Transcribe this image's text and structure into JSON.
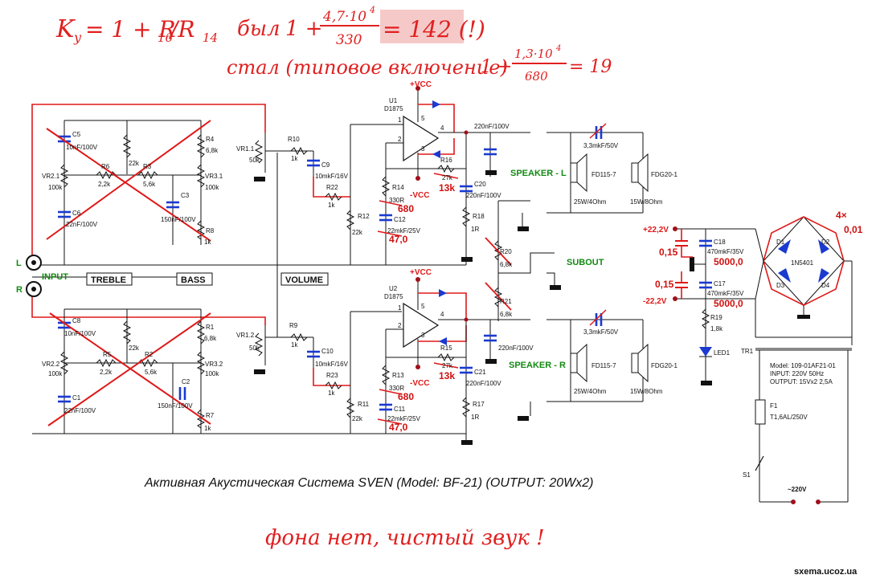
{
  "annotations": {
    "gain_line1_formula": "K",
    "gain_line1_sub": "y",
    "gain_line1_rest": "= 1 + R",
    "gain_line1_r16": "16",
    "gain_line1_slash": "/R",
    "gain_line1_r14": "14",
    "gain_line1_was": "был",
    "gain_line1_one": "1 +",
    "gain_line1_num": "4,7·10",
    "gain_line1_exp": "4",
    "gain_line1_den": "330",
    "gain_line1_result": "= 142 (!)",
    "gain_line2_text": "стал (типовое включение)",
    "gain_line2_one": "1 +",
    "gain_line2_num": "1,3·10",
    "gain_line2_exp": "4",
    "gain_line2_den": "680",
    "gain_line2_result": "= 19",
    "bottom_note": "фона нет, чистый звук !",
    "bridge_caps": "4×",
    "bridge_caps_val": "0,01",
    "c_015_top": "0,15",
    "c_015_bot": "0,15",
    "c5000_top": "5000,0",
    "c5000_bot": "5000,0",
    "r680_top": "680",
    "r680_bot": "680",
    "c47_top": "47,0",
    "c47_bot": "47,0",
    "r13k_top": "13k",
    "r13k_bot": "13k"
  },
  "labels": {
    "caption": "Активная Акустическая Система SVEN (Model:  BF-21) (OUTPUT:  20Wx2)",
    "site": "sxema.ucoz.ua",
    "input": "INPUT",
    "L": "L",
    "R": "R",
    "treble": "TREBLE",
    "bass": "BASS",
    "volume": "VOLUME",
    "speaker_l": "SPEAKER - L",
    "speaker_r": "SPEAKER - R",
    "subout": "SUBOUT",
    "vcc_top": "+VCC",
    "vcc_bot": "+VCC",
    "nvcc_top": "-VCC",
    "nvcc_bot": "-VCC",
    "u1": "U1",
    "u1_part": "D1875",
    "u2": "U2",
    "u2_part": "D1875",
    "p22v": "+22,2V",
    "n22v": "-22,2V",
    "mains": "~220V",
    "tr1": "TR1",
    "tr_model": "Model: 109-01AF21-01",
    "tr_input": "INPUT: 220V  50Hz",
    "tr_output": "OUTPUT: 15Vx2  2,5A",
    "f1": "F1",
    "f1_val": "T1,6AL/250V",
    "s1": "S1",
    "led1": "LED1",
    "d1": "D1",
    "d2": "D2",
    "d3": "D3",
    "d4": "D4",
    "d_part": "1N5401",
    "c18": "C18",
    "c18_val": "470mkF/35V",
    "c17": "C17",
    "c17_val": "470mkF/35V",
    "r19": "R19",
    "r19_val": "1,8k",
    "fd_l": "FD115-7",
    "fd_l_spec": "25W/4Ohm",
    "fdg_l": "FDG20-1",
    "fdg_l_spec": "15W/8Ohm",
    "fd_r": "FD115-7",
    "fd_r_spec": "25W/4Ohm",
    "fdg_r": "FDG20-1",
    "fdg_r_spec": "15W/8Ohm",
    "tw_cap_l": "3,3mkF/50V",
    "tw_cap_r": "3,3mkF/50V",
    "c5": "C5",
    "c5_val": "10nF/100V",
    "c6": "C6",
    "c6_val": "22nF/100V",
    "c3": "C3",
    "c3_val": "150nF/100V",
    "c8": "C8",
    "c8_val": "10nF/100V",
    "c1": "C1",
    "c1_val": "22nF/100V",
    "c2": "C2",
    "c2_val": "150nF/100V",
    "vr21": "VR2.1",
    "vr21_val": "100k",
    "vr31": "VR3.1",
    "vr31_val": "100k",
    "vr22": "VR2.2",
    "vr22_val": "100k",
    "vr32": "VR3.2",
    "vr32_val": "100k",
    "vr11": "VR1.1",
    "vr11_val": "50k",
    "vr12": "VR1.2",
    "vr12_val": "50k",
    "r6": "R6",
    "r6_val": "2,2k",
    "r3": "R3",
    "r3_val": "5,6k",
    "r5": "R5",
    "r5_val": "2,2k",
    "r2": "R2",
    "r2_val": "5,6k",
    "r4": "R4",
    "r4_val": "6,8k",
    "r8": "R8",
    "r8_val": "1k",
    "r1": "R1",
    "r1_val": "6,8k",
    "r7": "R7",
    "r7_val": "1k",
    "r22k_a": "22k",
    "r22k_b": "22k",
    "r10": "R10",
    "r10_val": "1k",
    "r9": "R9",
    "r9_val": "1k",
    "c9": "C9",
    "c9_val": "10mkF/16V",
    "c10": "C10",
    "c10_val": "10mkF/16V",
    "r22": "R22",
    "r22_val": "1k",
    "r23": "R23",
    "r23_val": "1k",
    "r12": "R12",
    "r12_val": "22k",
    "r11": "R11",
    "r11_val": "22k",
    "r14": "R14",
    "r14_val": "330R",
    "r13": "R13",
    "r13_val": "330R",
    "c12": "C12",
    "c12_val": "22mkF/25V",
    "c11": "C11",
    "c11_val": "22mkF/25V",
    "r16": "R16",
    "r16_val": "27k",
    "r15": "R15",
    "r15_val": "27k",
    "c20": "C20",
    "c20_val": "220nF/100V",
    "c21": "C21",
    "c21_val": "220nF/100V",
    "r18": "R18",
    "r18_val": "1R",
    "r17": "R17",
    "r17_val": "1R",
    "c_out_top": "220nF/100V",
    "c_out_bot": "220nF/100V",
    "r20": "R20",
    "r20_val": "6,8k",
    "r21": "R21",
    "r21_val": "6,8k",
    "pin1": "1",
    "pin2": "2",
    "pin3": "3",
    "pin4": "4",
    "pin5": "5",
    "pin1b": "1",
    "pin2b": "2",
    "pin3b": "3",
    "pin4b": "4",
    "pin5b": "5"
  }
}
